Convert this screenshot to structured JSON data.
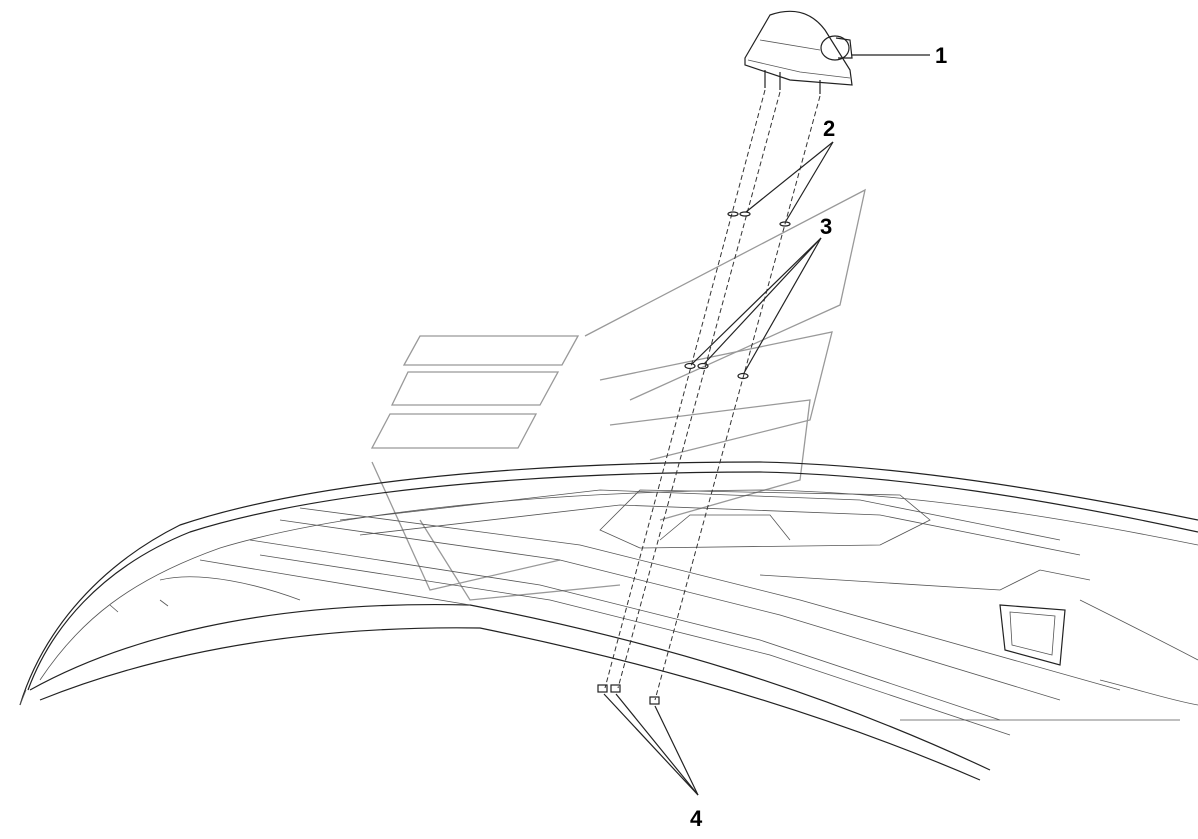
{
  "callouts": [
    {
      "id": "1",
      "label": "1"
    },
    {
      "id": "2",
      "label": "2"
    },
    {
      "id": "3",
      "label": "3"
    },
    {
      "id": "4",
      "label": "4"
    }
  ],
  "parts": {
    "antenna": "antenna-icon",
    "seal": "seal-icon",
    "nut": "nut-icon",
    "clip": "clip-icon",
    "roof": "roof-panel-icon"
  },
  "colors": {
    "line": "#222222",
    "watermark": "#999999",
    "background": "#ffffff"
  }
}
